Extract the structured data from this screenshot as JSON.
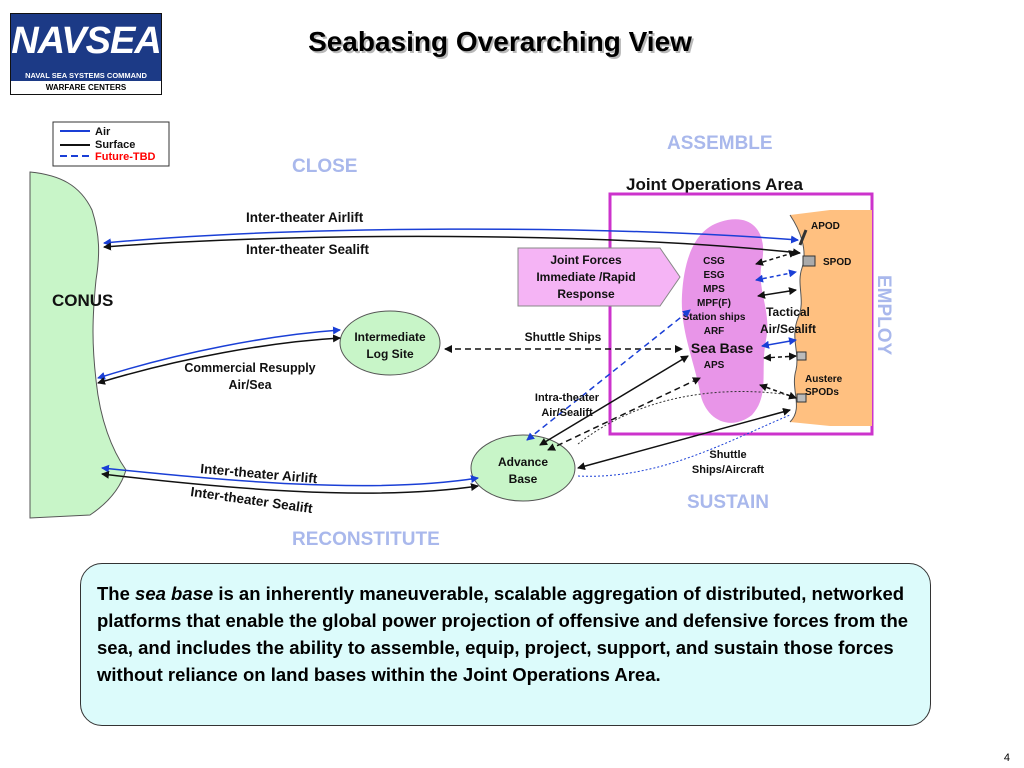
{
  "logo": {
    "main": "NAVSEA",
    "line1": "NAVAL SEA SYSTEMS COMMAND",
    "line2": "WARFARE CENTERS"
  },
  "title": "Seabasing Overarching View",
  "legend": {
    "air": "Air",
    "surface": "Surface",
    "future": "Future-TBD"
  },
  "phases": {
    "assemble": "ASSEMBLE",
    "close": "CLOSE",
    "employ": "EMPLOY",
    "sustain": "SUSTAIN",
    "reconstitute": "RECONSTITUTE"
  },
  "nodes": {
    "conus": "CONUS",
    "intermediate_log_site": [
      "Intermediate",
      "Log Site"
    ],
    "advance_base": [
      "Advance",
      "Base"
    ],
    "joint_operations_area": "Joint Operations Area",
    "joint_forces": [
      "Joint Forces",
      "Immediate /Rapid",
      "Response"
    ],
    "sea_base_units": [
      "CSG",
      "ESG",
      "MPS",
      "MPF(F)",
      "Station ships",
      "ARF"
    ],
    "sea_base": "Sea Base",
    "aps": "APS",
    "apod": "APOD",
    "spod": "SPOD",
    "austere_spods": [
      "Austere",
      "SPODs"
    ],
    "tactical_airsealift": [
      "Tactical",
      "Air/Sealift"
    ]
  },
  "links": {
    "inter_theater_airlift_top": "Inter-theater Airlift",
    "inter_theater_sealift_top": "Inter-theater Sealift",
    "shuttle_ships": "Shuttle Ships",
    "commercial_resupply": [
      "Commercial Resupply",
      "Air/Sea"
    ],
    "intra_theater": [
      "Intra-theater",
      "Air/Sealift"
    ],
    "shuttle_ships_aircraft": [
      "Shuttle",
      "Ships/Aircraft"
    ],
    "inter_theater_airlift_bottom": "Inter-theater Airlift",
    "inter_theater_sealift_bottom": "Inter-theater Sealift"
  },
  "definition": {
    "lead": "The ",
    "term": "sea base",
    "rest": " is an inherently maneuverable, scalable aggregation of distributed, networked platforms that enable the global power projection of offensive and defensive forces from the sea, and includes the ability to assemble, equip, project, support, and sustain those forces without reliance on land bases within the Joint Operations Area."
  },
  "page_number": "4",
  "colors": {
    "air": "#1a3fd6",
    "surface": "#111111",
    "future": "#ff0000",
    "phase_label": "#a9b8ec",
    "jopa_border": "#cc33cc",
    "coast": "#ffc080",
    "land": "#c8f5c8",
    "sea_base": "#e68ae6",
    "joint_forces": "#f5b4f5",
    "definition_bg": "#dcfbfb",
    "logo_bg": "#1c3a86"
  }
}
